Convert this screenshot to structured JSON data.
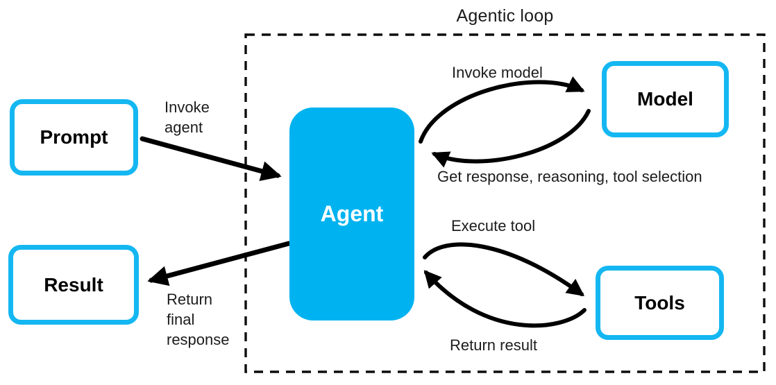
{
  "title": "Agentic loop",
  "colors": {
    "node_fill_cyan": "#00b3f0",
    "node_border_cyan": "#14b7f1",
    "arrow_black": "#000000",
    "label_text": "#1c1c1c"
  },
  "nodes": {
    "prompt": {
      "label": "Prompt"
    },
    "result": {
      "label": "Result"
    },
    "agent": {
      "label": "Agent"
    },
    "model": {
      "label": "Model"
    },
    "tools": {
      "label": "Tools"
    }
  },
  "edges": {
    "invoke_agent": {
      "label": "Invoke\nagent"
    },
    "invoke_model": {
      "label": "Invoke model"
    },
    "get_response": {
      "label": "Get response, reasoning, tool selection"
    },
    "execute_tool": {
      "label": "Execute tool"
    },
    "return_result": {
      "label": "Return result"
    },
    "return_final": {
      "label": "Return\nfinal\nresponse"
    }
  }
}
